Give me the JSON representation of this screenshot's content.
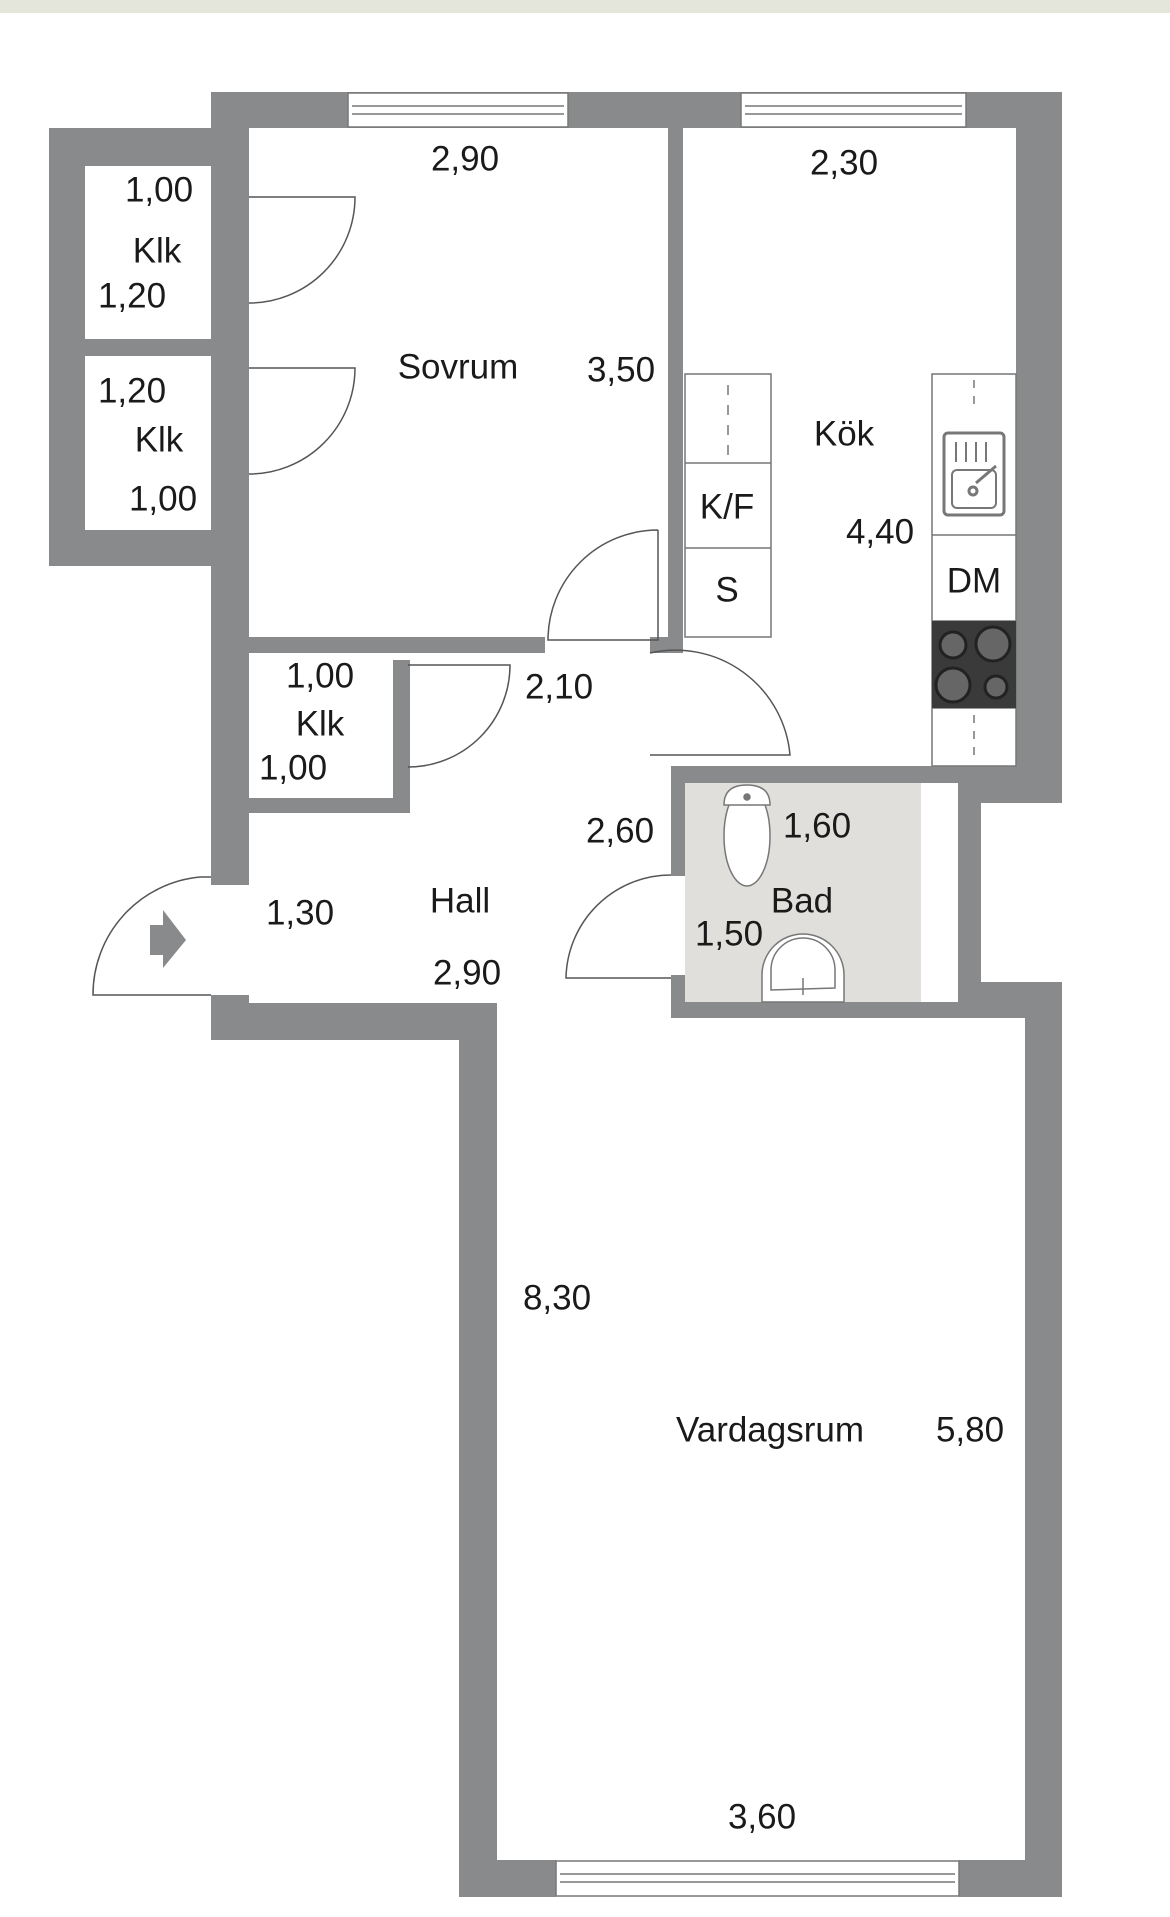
{
  "colors": {
    "wall": "#898a8c",
    "bath_floor": "#e1dfdc",
    "banner": "#e4e6dc",
    "stove": "#3a3a3a"
  },
  "rooms": {
    "sovrum": {
      "name": "Sovrum",
      "width": "2,90",
      "length": "3,50"
    },
    "kok": {
      "name": "Kök",
      "width": "2,30",
      "length": "4,40"
    },
    "klk1": {
      "name": "Klk",
      "width": "1,00",
      "length": "1,20"
    },
    "klk2": {
      "name": "Klk",
      "width": "1,20",
      "length": "1,00"
    },
    "klk3": {
      "name": "Klk",
      "width": "1,00",
      "length": "1,00"
    },
    "hall": {
      "name": "Hall",
      "width": "1,30",
      "length": "2,90",
      "extra1": "2,10",
      "extra2": "2,60"
    },
    "bad": {
      "name": "Bad",
      "width": "1,60",
      "length": "1,50"
    },
    "vardagsrum": {
      "name": "Vardagsrum",
      "length": "8,30",
      "width": "5,80",
      "bottom": "3,60"
    }
  },
  "kitchen": {
    "fridge_freezer": "K/F",
    "cabinet": "S",
    "dishwasher": "DM"
  },
  "icons": {
    "entry": "entry-arrow-icon",
    "sink": "kitchen-sink-icon",
    "stove": "stove-icon",
    "toilet": "toilet-icon",
    "washbasin": "washbasin-icon"
  }
}
